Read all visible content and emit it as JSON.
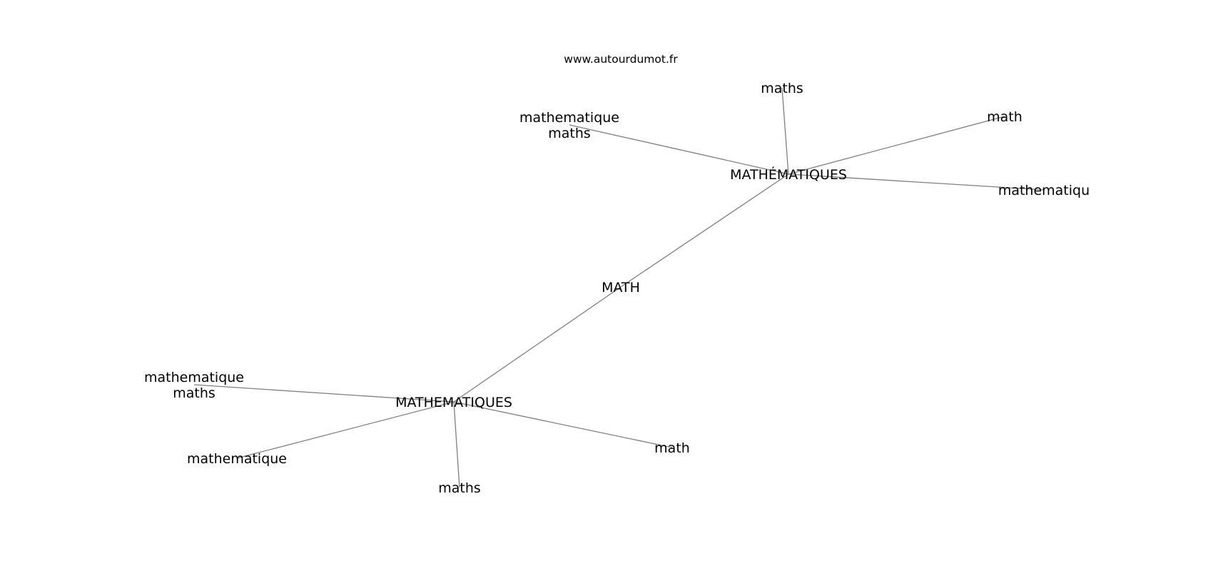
{
  "watermark": "www.autourdumot.fr",
  "graph": {
    "center": {
      "id": "math_center",
      "label": "MATH"
    },
    "hubs": [
      {
        "id": "hub_accent",
        "label": "MATHÉMATIQUES"
      },
      {
        "id": "hub_plain",
        "label": "MATHEMATIQUES"
      }
    ],
    "leaves": [
      {
        "id": "a_maths",
        "hub": "hub_accent",
        "lines": [
          "maths"
        ]
      },
      {
        "id": "a_math",
        "hub": "hub_accent",
        "lines": [
          "math"
        ]
      },
      {
        "id": "a_mm",
        "hub": "hub_accent",
        "lines": [
          "mathematique",
          "maths"
        ]
      },
      {
        "id": "a_mathematiqu",
        "hub": "hub_accent",
        "lines": [
          "mathematiqu"
        ]
      },
      {
        "id": "p_mm",
        "hub": "hub_plain",
        "lines": [
          "mathematique",
          "maths"
        ]
      },
      {
        "id": "p_mathematique",
        "hub": "hub_plain",
        "lines": [
          "mathematique"
        ]
      },
      {
        "id": "p_maths",
        "hub": "hub_plain",
        "lines": [
          "maths"
        ]
      },
      {
        "id": "p_math",
        "hub": "hub_plain",
        "lines": [
          "math"
        ]
      }
    ]
  }
}
